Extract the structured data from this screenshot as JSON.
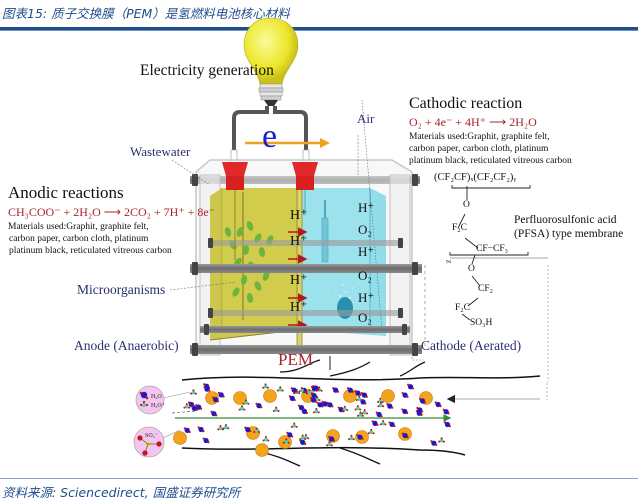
{
  "figure": {
    "title": "图表15: 质子交换膜（PEM）是氢燃料电池核心材料",
    "source": "资料来源: Sciencedirect, 国盛证券研究所"
  },
  "diagram": {
    "electricity_label": "Electricity generation",
    "electron_label": "e",
    "wastewater_label": "Wastewater",
    "air_label": "Air",
    "microorganisms_label": "Microorganisms",
    "anode_label": "Anode (Anaerobic)",
    "cathode_label": "Cathode (Aerated)",
    "pem_label": "PEM",
    "anodic": {
      "heading": "Anodic reactions",
      "equation": "CH₃COO⁻ + 2H₂O ⟶ 2CO₂ + 7H⁺ + 8e⁻",
      "materials": [
        "Materials used:Graphit, graphite felt,",
        "carbon paper, carbon cloth, platinum",
        "platinum black, reticulated vitreous carbon"
      ]
    },
    "cathodic": {
      "heading": "Cathodic reaction",
      "equation": "O₂ + 4e⁻ + 4H⁺ ⟶ 2H₂O",
      "materials": [
        "Materials used:Graphit, graphite felt,",
        "carbon paper, carbon cloth, platinum",
        "platinum black, reticulated vitreous carbon"
      ]
    },
    "membrane_ions": [
      "H⁺",
      "H⁺",
      "H⁺",
      "H⁺"
    ],
    "cathode_species": [
      "H⁺",
      "O₂",
      "H⁺",
      "O₂",
      "H⁺",
      "O₂"
    ],
    "pfsa": {
      "label_line1": "Perfluorosulfonic acid",
      "label_line2": "(PFSA) type membrane",
      "backbone": "(CF₂CF)ₓ(CF₂CF₂)ᵧ",
      "chain": [
        "O",
        "F₂C",
        "CF−CF₃",
        "O",
        "CF₂",
        "F₂C",
        "SO₃H"
      ],
      "z_label": "z"
    },
    "legend_circles": {
      "water": [
        "H₂O",
        "H₃O⁺"
      ],
      "sulfonate": "SO₃⁻"
    },
    "colors": {
      "anode_fill": "#c9c23c",
      "cathode_fill": "#7fd8e6",
      "cap_red": "#e02a2a",
      "bulb_yellow": "#f2ee2a",
      "arrow_orange": "#f0a020",
      "label_navy": "#2a2f6e",
      "equation_red": "#a8242b",
      "title_blue": "#1f4e8c"
    }
  }
}
